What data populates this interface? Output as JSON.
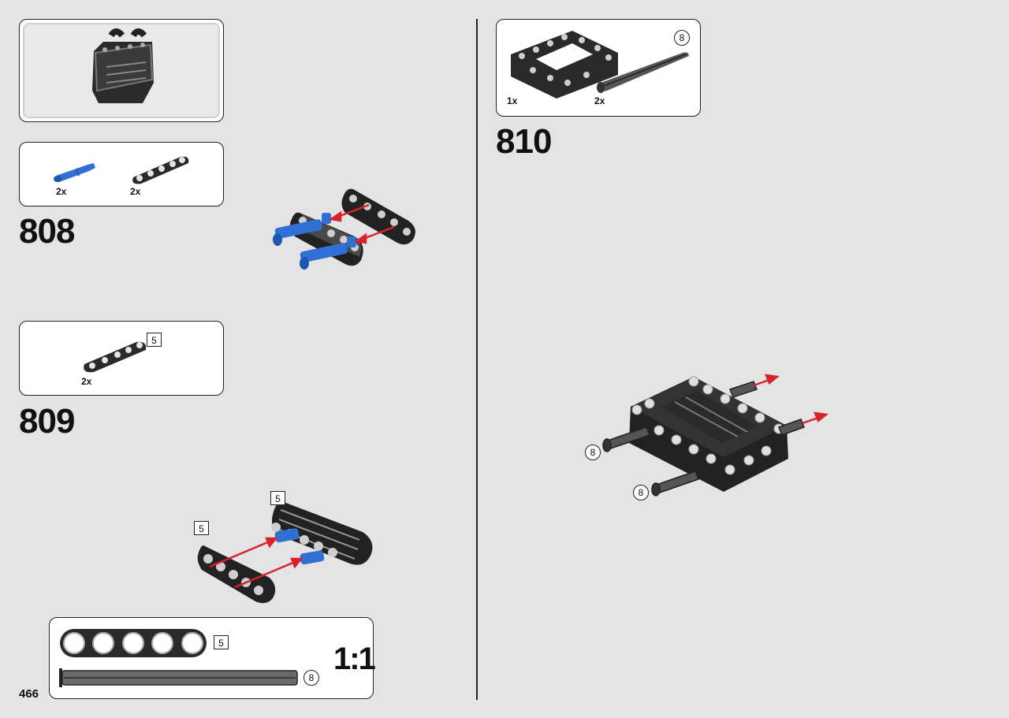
{
  "page": {
    "number": "466"
  },
  "steps": [
    {
      "number": "808",
      "parts": [
        {
          "qty": "2x"
        },
        {
          "qty": "2x"
        }
      ]
    },
    {
      "number": "809",
      "parts": [
        {
          "qty": "2x",
          "length": "5"
        }
      ],
      "callouts": [
        "5",
        "5"
      ]
    },
    {
      "number": "810",
      "parts": [
        {
          "qty": "1x"
        },
        {
          "qty": "2x",
          "length": "8"
        }
      ],
      "callouts": [
        "8",
        "8"
      ]
    }
  ],
  "scale_ruler": {
    "label": "1:1",
    "beam_length": "5",
    "axle_length": "8"
  },
  "colors": {
    "background": "#e4e4e4",
    "part_blue": "#2f6fd6",
    "arrow_red": "#d8232a",
    "part_black": "#222222"
  }
}
